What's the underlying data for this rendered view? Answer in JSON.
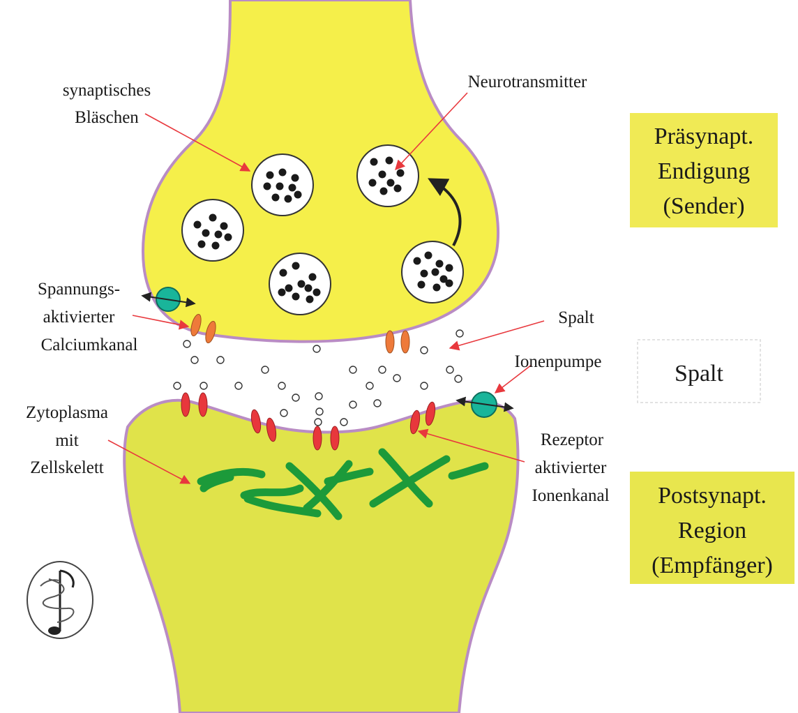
{
  "labels": {
    "synaptic_vesicle": [
      "synaptisches",
      "Bläschen"
    ],
    "neurotransmitter": "Neurotransmitter",
    "calcium_channel": [
      "Spannungs-",
      "aktivierter",
      "Calciumkanal"
    ],
    "cleft_small": "Spalt",
    "ion_pump": "Ionenpumpe",
    "cytoplasm": [
      "Zytoplasma",
      "mit",
      "Zellskelett"
    ],
    "receptor_channel": [
      "Rezeptor",
      "aktivierter",
      "Ionenkanal"
    ]
  },
  "boxes": {
    "presynaptic": [
      "Präsynapt.",
      "Endigung",
      "(Sender)"
    ],
    "cleft": "Spalt",
    "postsynaptic": [
      "Postsynapt.",
      "Region",
      "(Empfänger)"
    ]
  },
  "colors": {
    "presynaptic_fill": "#f5ef4a",
    "postsynaptic_fill": "#e0e34a",
    "membrane": "#b98cc4",
    "label_box": "#f0ea55",
    "arrow": "#e8383d",
    "channel_orange": "#ee7a3a",
    "channel_red": "#e8373c",
    "pump": "#19b59a",
    "cytoskeleton": "#1c9a3a"
  },
  "icons": {
    "logo": "caduceus-music-note-icon"
  }
}
